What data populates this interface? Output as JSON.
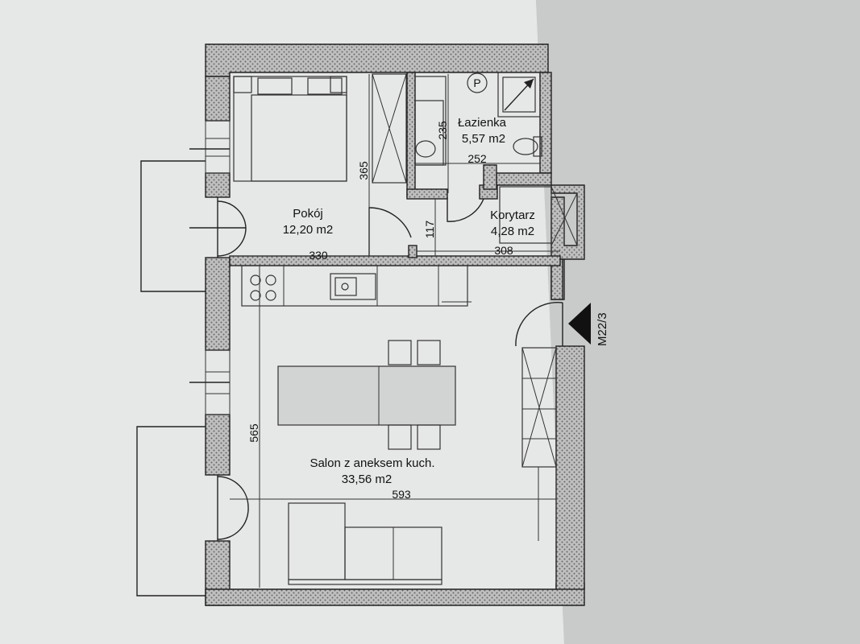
{
  "rooms": {
    "pokoj": {
      "name": "Pokój",
      "area": "12,20 m2"
    },
    "lazienka": {
      "name": "Łazienka",
      "area": "5,57 m2"
    },
    "korytarz": {
      "name": "Korytarz",
      "area": "4,28 m2"
    },
    "salon": {
      "name": "Salon z aneksem kuch.",
      "area": "33,56 m2"
    }
  },
  "dimensions": {
    "pokoj_width": "330",
    "pokoj_height": "365",
    "korytarz_width": "308",
    "korytarz_door": "117",
    "lazienka_height": "235",
    "lazienka_width": "252",
    "salon_height": "565",
    "salon_width": "593"
  },
  "symbols": {
    "unit_marker": "M22/3",
    "washing_machine": "P"
  },
  "colors": {
    "paper": "#e6e8e7",
    "background": "#c7c9c9",
    "ink": "#222222"
  }
}
